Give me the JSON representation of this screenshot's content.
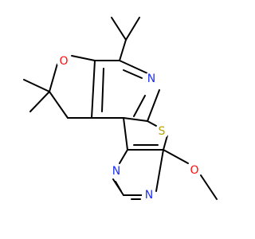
{
  "molecule": {
    "atoms": {
      "o_ring": {
        "symbol": "O",
        "color": "#ff0d0d"
      },
      "s_thio": {
        "symbol": "S",
        "color": "#b8a000"
      },
      "n_pyridine": {
        "symbol": "N",
        "color": "#1f30f2"
      },
      "n_pyrimidine_left": {
        "symbol": "N",
        "color": "#1f30f2"
      },
      "n_pyrimidine_bottom": {
        "symbol": "N",
        "color": "#1f30f2"
      },
      "o_methoxy": {
        "symbol": "O",
        "color": "#ff0d0d"
      }
    },
    "bond_color": "#000000"
  }
}
